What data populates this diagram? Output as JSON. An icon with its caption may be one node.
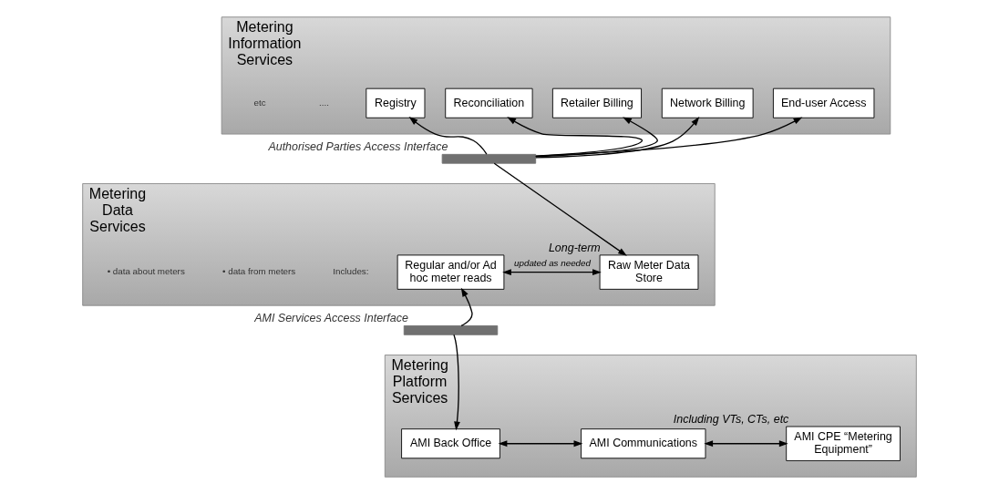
{
  "diagram": {
    "nodes": [
      {
        "text": [
          "Metering Information Services"
        ]
      },
      {
        "text": [
          "Registry"
        ],
        "in": 0
      },
      {
        "text": [
          "Reconciliation"
        ],
        "in": 0
      },
      {
        "text": [
          "Retailer Billing"
        ],
        "in": 0
      },
      {
        "text": [
          "Network Billing"
        ],
        "in": 0
      },
      {
        "text": [
          "End-user Access"
        ],
        "in": 0
      },
      {
        "text": [],
        "shape": "bar",
        "beside": [
          "Authorised Parties Access Interface"
        ]
      },
      {
        "text": [
          "Metering Data Services"
        ]
      },
      {
        "text": [
          "Regular and/or Ad hoc meter reads"
        ],
        "in": 7
      },
      {
        "text": [
          "Raw Meter Data Store"
        ],
        "in": 7,
        "beside": [
          "Long-term"
        ]
      },
      {
        "text": [],
        "shape": "bar",
        "beside": [
          "AMI Services Access Interface"
        ]
      },
      {
        "text": [
          "Metering Platform Services"
        ]
      },
      {
        "text": [
          "AMI Back Office"
        ],
        "in": 11
      },
      {
        "text": [
          "AMI Communications"
        ],
        "in": 11
      },
      {
        "text": [
          "AMI CPE “Metering Equipment”"
        ],
        "in": 11,
        "beside": [
          "Including VTs, CTs, etc"
        ]
      }
    ],
    "edges": [
      {
        "from": 6,
        "to": 1,
        "arrow": "to"
      },
      {
        "from": 6,
        "to": 2,
        "arrow": "to"
      },
      {
        "from": 6,
        "to": 3,
        "arrow": "to"
      },
      {
        "from": 6,
        "to": 4,
        "arrow": "to"
      },
      {
        "from": 6,
        "to": 5,
        "arrow": "to"
      },
      {
        "from": 6,
        "to": 9,
        "arrow": "to"
      },
      {
        "from": 8,
        "to": 9,
        "arrow": "both",
        "label": "updated as needed"
      },
      {
        "from": 10,
        "to": 8,
        "arrow": "to"
      },
      {
        "from": 10,
        "to": 12,
        "arrow": "to"
      },
      {
        "from": 12,
        "to": 13,
        "arrow": "both"
      },
      {
        "from": 13,
        "to": 14,
        "arrow": "both"
      }
    ],
    "labels": [
      "....",
      "etc",
      "Includes:",
      "• data from meters",
      "• data about meters"
    ]
  }
}
